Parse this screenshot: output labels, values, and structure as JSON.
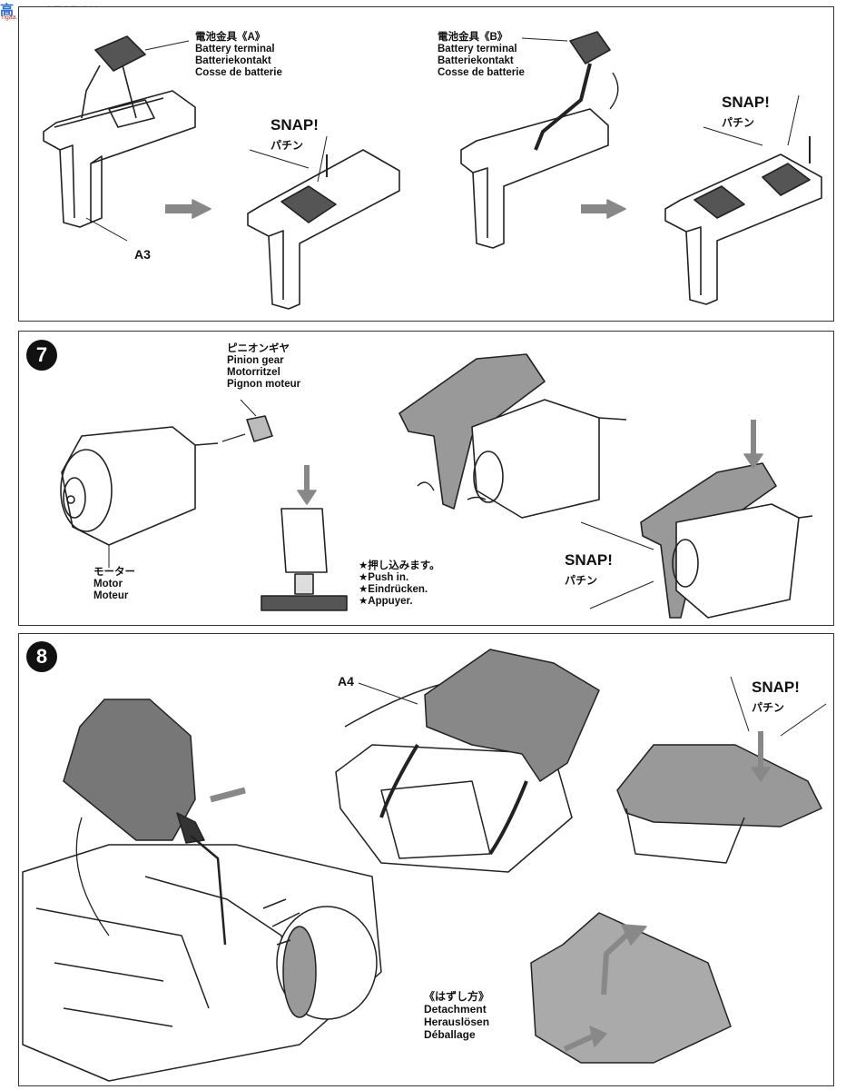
{
  "watermark": {
    "prefix": "高",
    "text": "SEARCH",
    "sub": "ngaa.taobao.com"
  },
  "step6": {
    "terminal_a": {
      "jp": "電池金具《A》",
      "en": "Battery terminal",
      "de": "Batteriekontakt",
      "fr": "Cosse de batterie"
    },
    "terminal_b": {
      "jp": "電池金具《B》",
      "en": "Battery terminal",
      "de": "Batteriekontakt",
      "fr": "Cosse de batterie"
    },
    "part_label": "A3",
    "snap1": {
      "en": "SNAP!",
      "jp": "パチン"
    },
    "snap2": {
      "en": "SNAP!",
      "jp": "パチン"
    }
  },
  "step7": {
    "number": "7",
    "pinion": {
      "jp": "ピニオンギヤ",
      "en": "Pinion gear",
      "de": "Motorritzel",
      "fr": "Pignon moteur"
    },
    "motor": {
      "jp": "モーター",
      "en": "Motor",
      "de": "Moteur"
    },
    "push": {
      "jp": "★押し込みます。",
      "en": "★Push in.",
      "de": "★Eindrücken.",
      "fr": "★Appuyer."
    },
    "snap": {
      "en": "SNAP!",
      "jp": "パチン"
    }
  },
  "step8": {
    "number": "8",
    "part_label": "A4",
    "snap": {
      "en": "SNAP!",
      "jp": "パチン"
    },
    "detach": {
      "jp": "《はずし方》",
      "en": "Detachment",
      "de": "Herauslösen",
      "fr": "Déballage"
    }
  }
}
